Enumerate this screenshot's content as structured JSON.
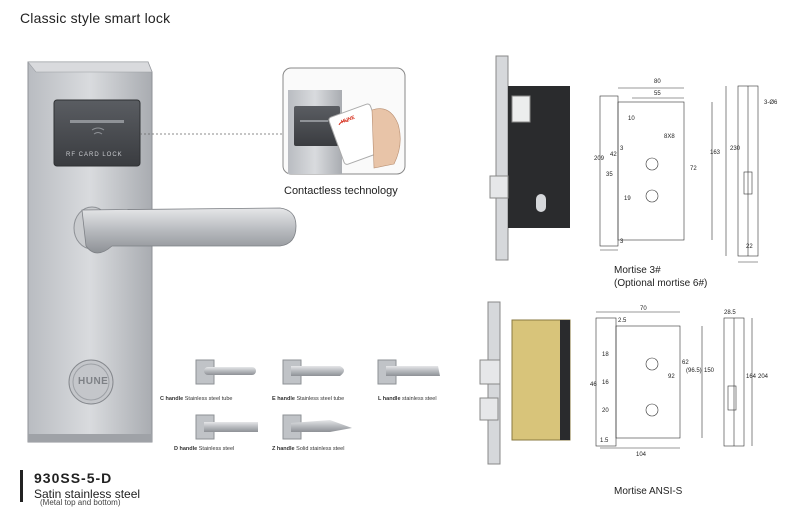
{
  "title": "Classic style smart lock",
  "product": {
    "model": "930SS-5-D",
    "material": "Satin stainless steel",
    "note": "(Metal top and bottom)",
    "card_slot_text": "RF CARD LOCK",
    "brand_text": "HUNE"
  },
  "contactless": {
    "caption": "Contactless technology",
    "card_text": "HUNE"
  },
  "handles": [
    {
      "code": "C handle",
      "desc": "Stainless steel tube"
    },
    {
      "code": "E handle",
      "desc": "Stainless steel tube"
    },
    {
      "code": "L handle",
      "desc": "stainless steel"
    },
    {
      "code": "D handle",
      "desc": "Stainless steel"
    },
    {
      "code": "Z handle",
      "desc": "Solid stainless steel"
    }
  ],
  "mortise1": {
    "caption_line1": "Mortise 3#",
    "caption_line2": "(Optional mortise 6#)",
    "dims": {
      "d80": "80",
      "d55": "55",
      "d10": "10",
      "d8x8": "8X8",
      "d209": "209",
      "d42": "42",
      "d3": "3",
      "d35": "35",
      "d163": "163",
      "d72": "72",
      "d19": "19",
      "d3b": "3",
      "d230": "230",
      "d26": "3-Ø6",
      "d22": "22"
    }
  },
  "mortise2": {
    "caption": "Mortise ANSI-S",
    "dims": {
      "d70": "70",
      "d2_5": "2.5",
      "d18": "18",
      "d16": "16",
      "d46": "46",
      "d92": "92",
      "d62": "62",
      "d96_5": "(96.5)",
      "d150": "150",
      "d20": "20",
      "d1_5": "1.5",
      "d104": "104",
      "d28_5": "28.5",
      "d164": "164",
      "d204": "204"
    }
  }
}
